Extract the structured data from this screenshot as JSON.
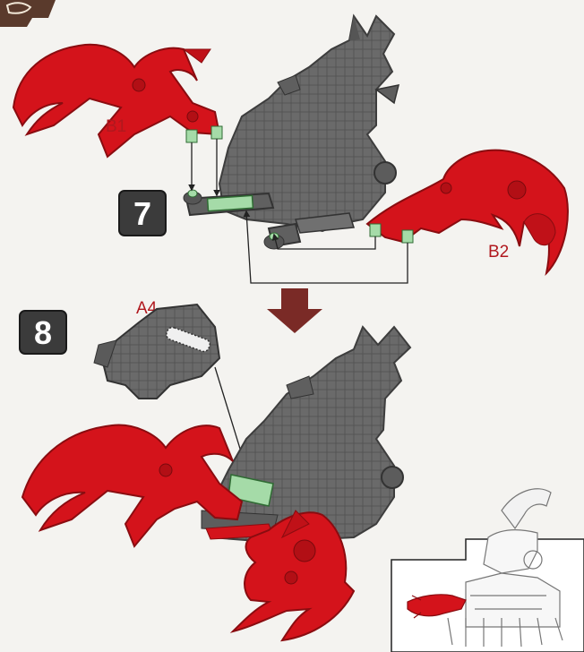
{
  "steps": [
    {
      "number": "7",
      "part_labels": [
        "B1",
        "B2"
      ]
    },
    {
      "number": "8",
      "part_labels": [
        "A4"
      ]
    }
  ],
  "icons": {
    "corner": "manual-logo-icon",
    "transition": "down-arrow-icon",
    "preview": "completed-model-preview-icon"
  },
  "colors": {
    "claw_red": "#d4131b",
    "body_gray": "#666666",
    "joint_green": "#a5dba8",
    "step_badge": "#3b3b3b",
    "arrow": "#7a2a26",
    "background": "#f4f3f0"
  }
}
